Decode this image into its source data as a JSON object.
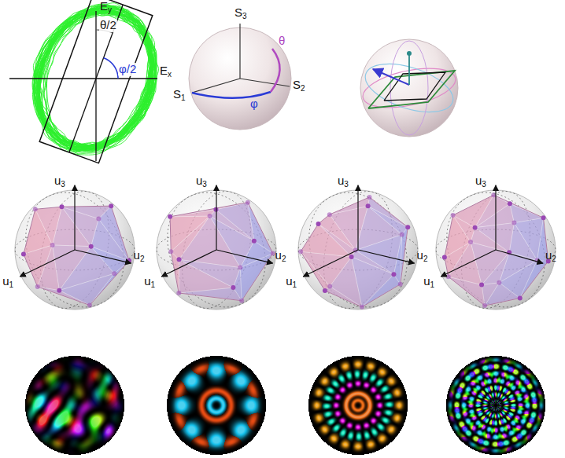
{
  "diagram": {
    "labels": [
      "Ey",
      "θ/2",
      "φ/2",
      "Ex",
      "S3",
      "θ",
      "S1",
      "φ",
      "S2",
      "u3",
      "u2",
      "u1",
      "u3",
      "u2",
      "u1",
      "u3",
      "u2",
      "u1",
      "u3",
      "u2",
      "u1"
    ]
  }
}
